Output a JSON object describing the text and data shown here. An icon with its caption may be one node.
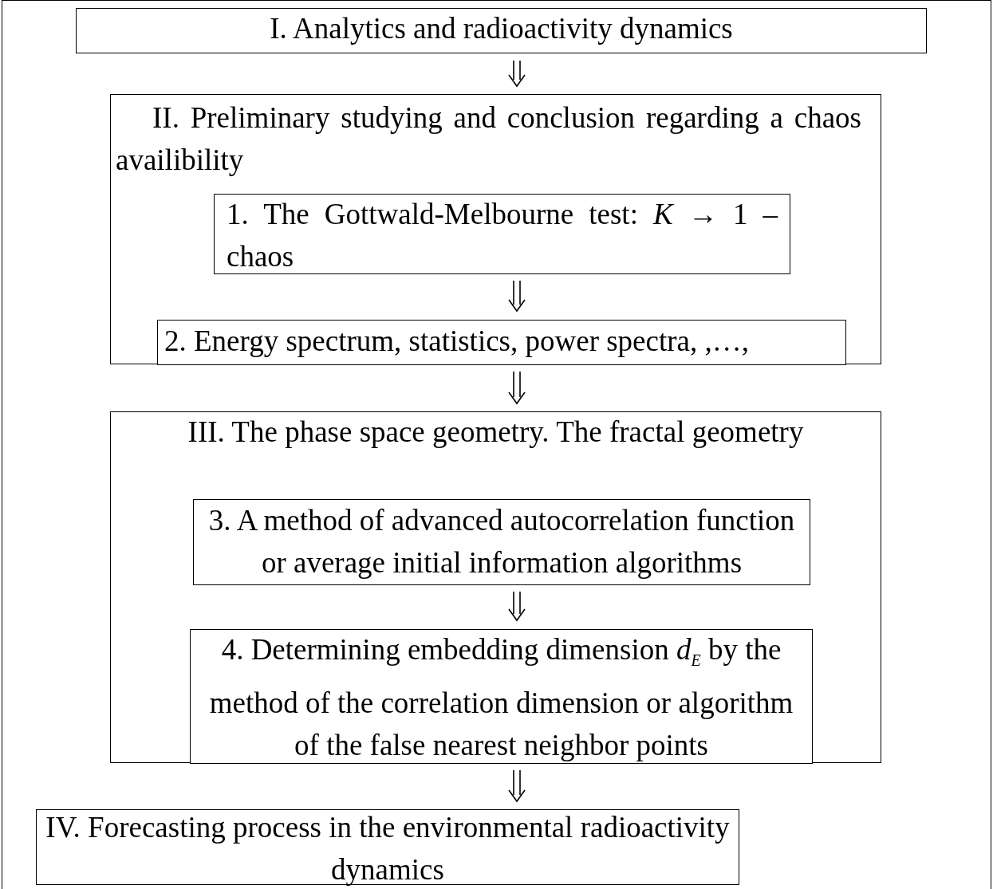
{
  "diagram": {
    "nodes": [
      {
        "text": [
          "I. Analytics and radioactivity dynamics"
        ]
      },
      {
        "text": [
          "II. Preliminary studying and conclusion regarding a chaos availibility"
        ]
      },
      {
        "text": [
          "1. The Gottwald-Melbourne test: *K* → 1 – chaos"
        ],
        "in": 1
      },
      {
        "text": [
          "2. Energy spectrum, statistics, power spectra, ,…,"
        ],
        "in": 1
      },
      {
        "text": [
          "III. The phase space geometry. The fractal geometry"
        ]
      },
      {
        "text": [
          "3. A method of advanced autocorrelation function or average initial information algorithms"
        ],
        "in": 4
      },
      {
        "text": [
          "4. Determining embedding dimension *d*$_{E}$ by the method of the correlation dimension or algorithm of the false nearest neighbor points"
        ],
        "in": 4
      },
      {
        "text": [
          "IV. Forecasting process in the environmental radioactivity dynamics"
        ]
      }
    ],
    "edges": [
      {
        "from": 0,
        "to": 1,
        "arrow": "to"
      },
      {
        "from": 2,
        "to": 3,
        "arrow": "to"
      },
      {
        "from": 1,
        "to": 4,
        "arrow": "to"
      },
      {
        "from": 5,
        "to": 6,
        "arrow": "to"
      },
      {
        "from": 4,
        "to": 7,
        "arrow": "to"
      }
    ]
  }
}
